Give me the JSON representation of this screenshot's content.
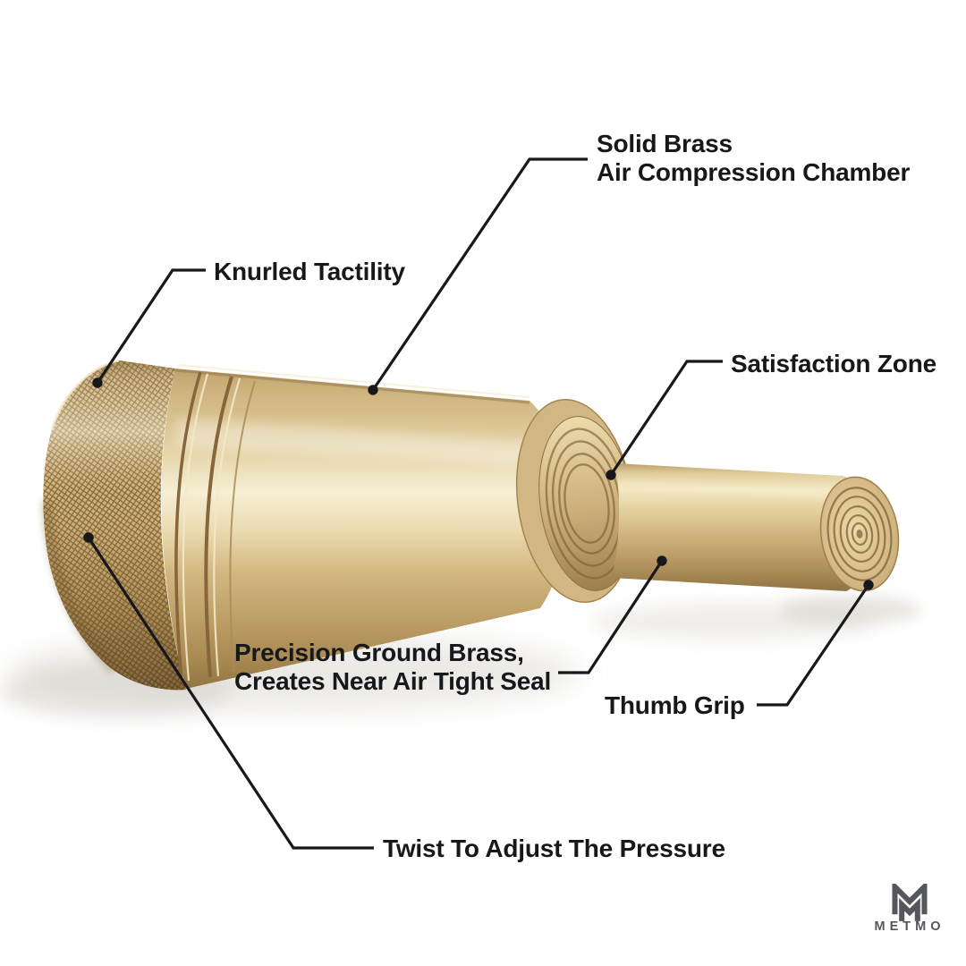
{
  "page": {
    "background": "#ffffff",
    "ink": "#17181b"
  },
  "style": {
    "callout_line_color": "#17181b",
    "brass_highlight": "#f6efd5",
    "brass_mid": "#cdb07b",
    "brass_dark": "#8f7241",
    "logo_gray": "#55575c"
  },
  "product": {
    "description": "Polished solid-brass cylindrical pressure device lying on a white surface: knurled twist cap, grooved rings, smooth chamber body, concentric-ring collar and protruding piston rod with ringed thumb-grip end"
  },
  "callouts": [
    {
      "id": "solid-brass-chamber",
      "lines": [
        "Solid Brass",
        "Air Compression Chamber"
      ]
    },
    {
      "id": "knurled-tactility",
      "lines": [
        "Knurled Tactility"
      ]
    },
    {
      "id": "satisfaction-zone",
      "lines": [
        "Satisfaction Zone"
      ]
    },
    {
      "id": "precision-ground-brass",
      "lines": [
        "Precision Ground Brass,",
        "Creates Near Air Tight Seal"
      ]
    },
    {
      "id": "thumb-grip",
      "lines": [
        "Thumb Grip"
      ]
    },
    {
      "id": "twist-adjust-pressure",
      "lines": [
        "Twist To Adjust The Pressure"
      ]
    }
  ],
  "brand": {
    "name": "METMO",
    "mark": "metmo-m-monogram"
  }
}
